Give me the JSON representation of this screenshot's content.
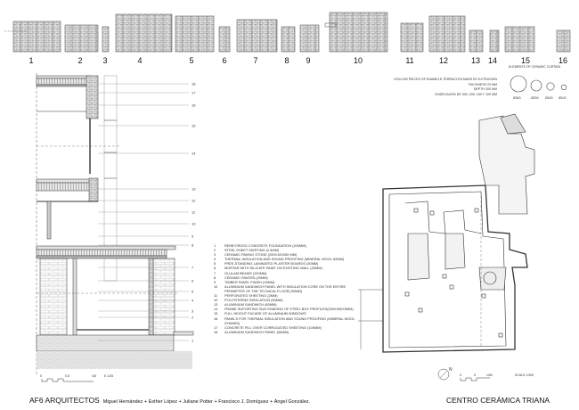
{
  "samples": {
    "numbers": [
      "1",
      "2",
      "3",
      "4",
      "5",
      "6",
      "7",
      "8",
      "9",
      "10",
      "11",
      "12",
      "13",
      "14",
      "15",
      "16"
    ],
    "caption": "ELEMENTS OF CERAMIC CURTAIN"
  },
  "pieces_note": {
    "lines": [
      "HOLLOW PIECES OF ENAMELD TERRACOTA MADE BY EXTRUSION",
      "THICKNESS 20 MM",
      "DEPTH 200 MM",
      "DODECAGON  DE 300, 200, 150 Y 100 MM"
    ],
    "diameters": [
      "Ø300",
      "Ø200",
      "Ø150",
      "Ø100"
    ]
  },
  "section": {
    "callouts": [
      "18",
      "17",
      "16",
      "15",
      "14",
      "13",
      "12",
      "11",
      "10",
      "9",
      "8",
      "7",
      "6",
      "5",
      "4",
      "3",
      "2",
      "1"
    ],
    "scale_ticks": [
      "0",
      "0,5",
      "1M"
    ],
    "scale_label": "E 1/25"
  },
  "legend": [
    {
      "n": "1",
      "text": "REINFORCED CONCRETE FOUNDATION (200MM)"
    },
    {
      "n": "2",
      "text": "STEEL SHEET SKIRTING (2.5MM)"
    },
    {
      "n": "3",
      "text": "CERAMIC PAVING STONE (200X100X50 MM)"
    },
    {
      "n": "4",
      "text": "THERMAL  INSULATION AND SOUND PROOFING (MINERAL WOOL 60MM)"
    },
    {
      "n": "5",
      "text": "FREE-STANDING LAMINATED PLASTER BOARDS (30MM)"
    },
    {
      "n": "6",
      "text": "MORTAR WITH SILICATE PAINT ON EXISTING WALL (20MM)"
    },
    {
      "n": "7",
      "text": "GLULAM BEAMS (120MM)"
    },
    {
      "n": "8",
      "text": "CERAMIC PAVERS (20MM)"
    },
    {
      "n": "9",
      "text": "TIMBER PANEL FINISH (15MM)"
    },
    {
      "n": "10",
      "text": "ALUMINIUM SANDWICH PANEL WITH INSULATION CORE ON THE ENTIRE PERIMETER OF THE TECNICAL FLOOR( 50MM)"
    },
    {
      "n": "11",
      "text": "PERFORATED SHEETING (2MM)"
    },
    {
      "n": "12",
      "text": "POLYSTIRENE INSULATION (50MM)"
    },
    {
      "n": "13",
      "text": "ALUMINIUM SANDWICH (60MM)"
    },
    {
      "n": "14",
      "text": "FRAME SUPORTING SUN SHADING OF STEEL BOX PROFILES(200X300X5MM)"
    },
    {
      "n": "15",
      "text": "FULL HEIGHT FACADE OF ALUMINIUM WINDOWS"
    },
    {
      "n": "16",
      "text": "PANELS FOR THERMAL  INSULATION AND SOUND PROOFING (MINERAL WOOL 2X60MM)"
    },
    {
      "n": "17",
      "text": "CONCRETE FILL OVER CORRUGATED SHEETING (100MM)"
    },
    {
      "n": "18",
      "text": "ALUMINIUM SANDWICH PANEL (50MM)"
    }
  ],
  "plan": {
    "north": "N",
    "scale_ticks": [
      "0",
      "5",
      "10M"
    ],
    "scale_label": "SCALE 1:500"
  },
  "footer": {
    "firm": "AF6 ARQUITECTOS",
    "authors": "Miguel Hernández + Esther López + Juliane Potter + Francisco J. Domíguez + Ángel González.",
    "project": "CENTRO CERÁMICA TRIANA"
  }
}
